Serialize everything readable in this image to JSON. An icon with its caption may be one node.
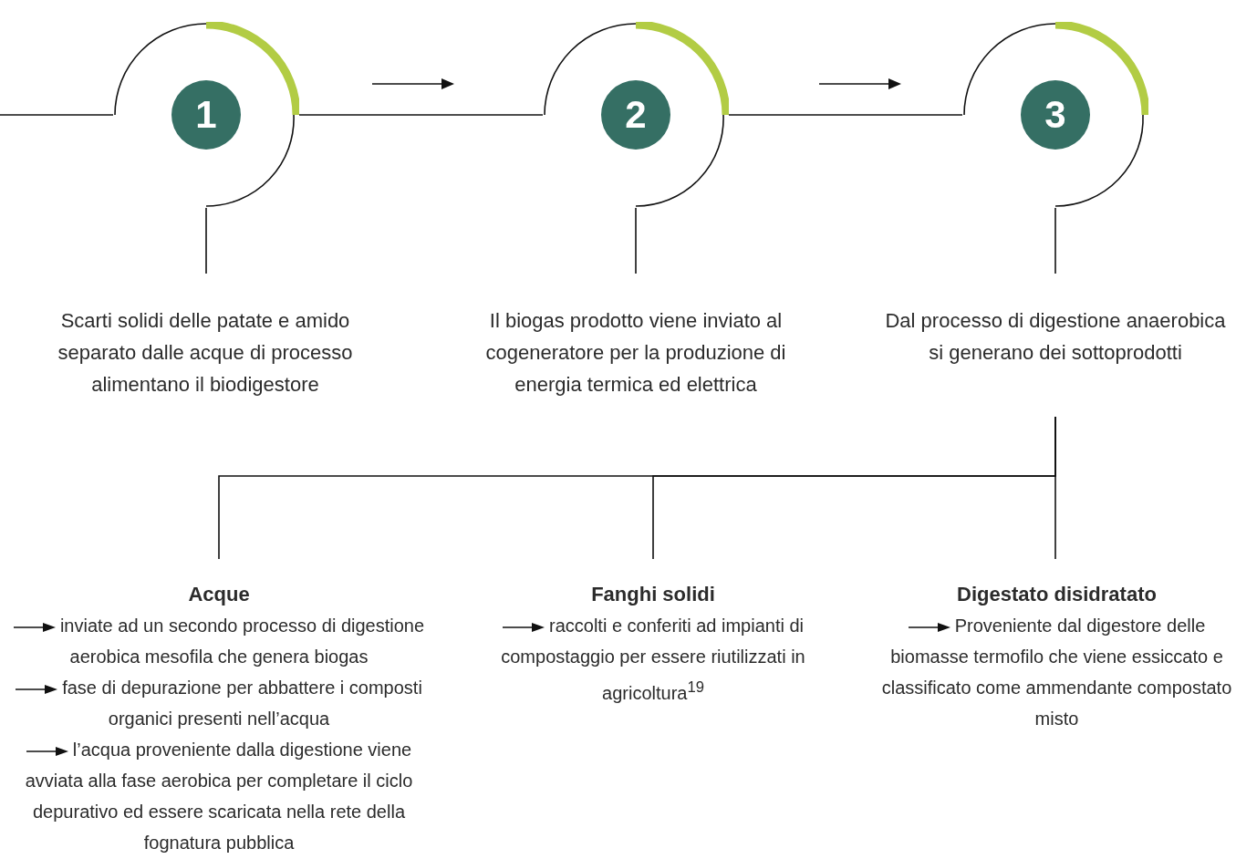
{
  "diagram": {
    "nodes": [
      {
        "text": [
          "1"
        ]
      },
      {
        "text": [
          "2"
        ]
      },
      {
        "text": [
          "3"
        ]
      },
      {
        "text": [
          "Scarti solidi delle patate e amido separato dalle acque di processo alimentano il biodigestore"
        ]
      },
      {
        "text": [
          "Il biogas prodotto viene inviato al cogeneratore per la produzione di energia termica ed elettrica"
        ]
      },
      {
        "text": [
          "Dal processo di digestione anaerobica si generano dei sottoprodotti"
        ]
      },
      {
        "text": [
          "Acque",
          "inviate ad un secondo processo di digestione aerobica mesofila che genera biogas",
          "fase di depurazione per abbattere i composti organici presenti nell’acqua",
          "l’acqua proveniente dalla digestione viene avviata alla fase aerobica per completare il ciclo depurativo ed essere scaricata nella rete della fognatura pubblica"
        ]
      },
      {
        "text": [
          "Fanghi solidi",
          "raccolti e conferiti ad impianti di compostaggio per essere riutilizzati in agricoltura$^{19}$"
        ]
      },
      {
        "text": [
          "Digestato disidratato",
          "Proveniente dal digestore delle biomasse termofilo che viene essiccato e classificato come ammendante compostato misto"
        ]
      }
    ],
    "edges": [
      {
        "from": null,
        "to": 0,
        "arrow": "none"
      },
      {
        "from": 0,
        "to": 1,
        "arrow": "none"
      },
      {
        "from": 1,
        "to": 2,
        "arrow": "none"
      },
      {
        "from": 0,
        "to": 3,
        "arrow": "none"
      },
      {
        "from": 1,
        "to": 4,
        "arrow": "none"
      },
      {
        "from": 2,
        "to": 5,
        "arrow": "none"
      },
      {
        "from": 5,
        "to": 6,
        "arrow": "none"
      },
      {
        "from": 5,
        "to": 7,
        "arrow": "none"
      },
      {
        "from": 5,
        "to": 8,
        "arrow": "none"
      }
    ]
  }
}
